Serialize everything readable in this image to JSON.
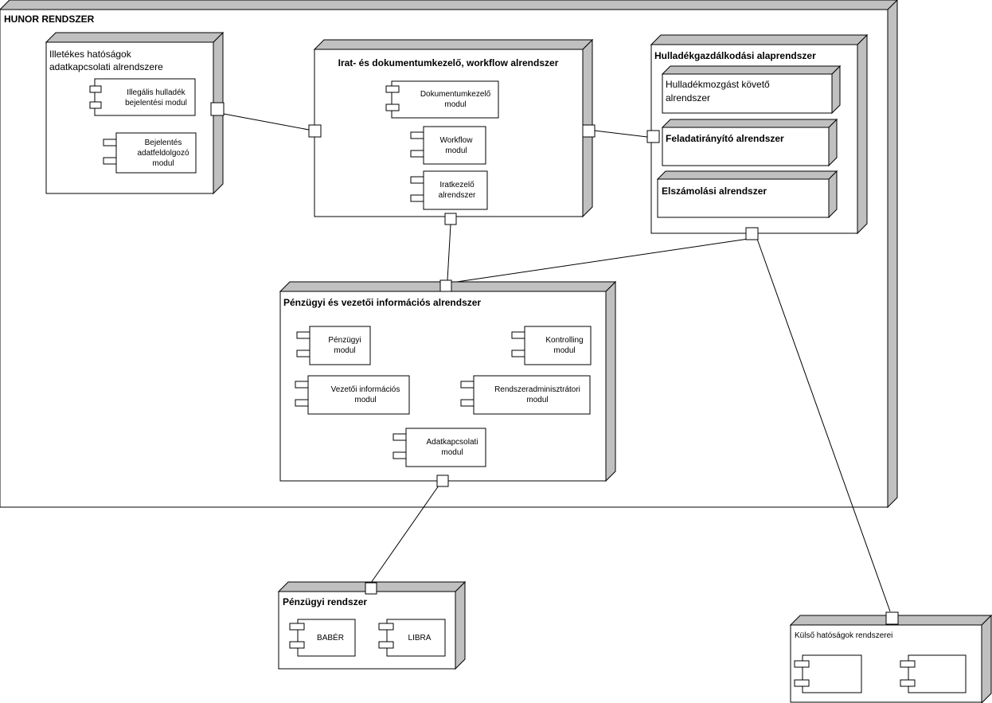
{
  "diagram": {
    "system_title": "HUNOR RENDSZER",
    "nodes": {
      "illetekes": {
        "title": [
          "Illetékes hatóságok",
          "adatkapcsolati alrendszere"
        ],
        "components": [
          [
            "Illegális hulladék",
            "bejelentési modul"
          ],
          [
            "Bejelentés",
            "adatfeldolgozó",
            "modul"
          ]
        ]
      },
      "irat": {
        "title": [
          "Irat- és dokumentumkezelő, workflow alrendszer"
        ],
        "components": [
          [
            "Dokumentumkezelő",
            "modul"
          ],
          [
            "Workflow",
            "modul"
          ],
          [
            "Iratkezelő",
            "alrendszer"
          ]
        ]
      },
      "hulladek": {
        "title": [
          "Hulladékgazdálkodási alaprendszer"
        ],
        "subnodes": [
          [
            "Hulladékmozgást követő",
            "alrendszer"
          ],
          [
            "Feladatirányító alrendszer"
          ],
          [
            "Elszámolási alrendszer"
          ]
        ]
      },
      "penzugyi_vezetoi": {
        "title": [
          "Pénzügyi és vezetői információs alrendszer"
        ],
        "components": [
          [
            "Pénzügyi",
            "modul"
          ],
          [
            "Kontrolling",
            "modul"
          ],
          [
            "Vezetői információs",
            "modul"
          ],
          [
            "Rendszeradminisztrátori",
            "modul"
          ],
          [
            "Adatkapcsolati",
            "modul"
          ]
        ]
      },
      "penzugyi_rendszer": {
        "title": [
          "Pénzügyi rendszer"
        ],
        "components": [
          [
            "BABÉR"
          ],
          [
            "LIBRA"
          ]
        ]
      },
      "kulso": {
        "title": [
          "Külső hatóságok rendszerei"
        ],
        "components": [
          [
            ""
          ],
          [
            ""
          ]
        ]
      }
    }
  }
}
